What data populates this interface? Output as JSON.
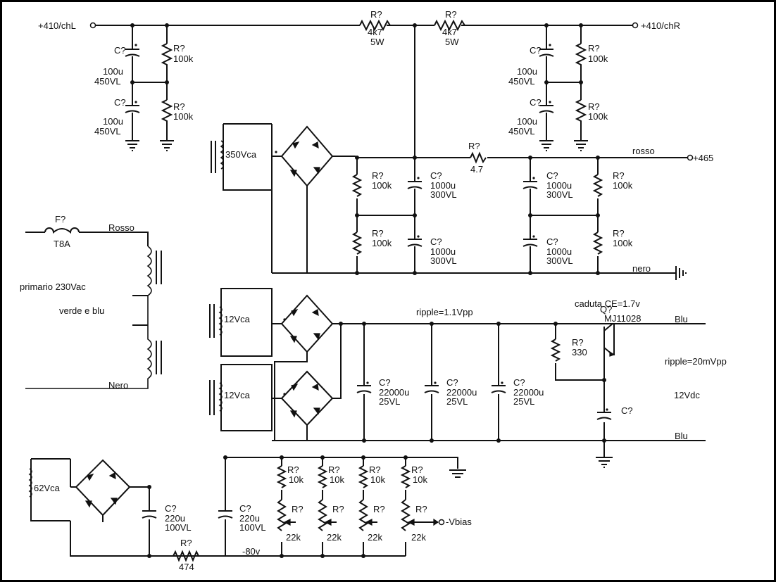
{
  "nets": {
    "chL": "+410/chL",
    "chR": "+410/chR",
    "out465": "+465",
    "rosso_wire": "rosso",
    "nero_wire": "nero",
    "ripple_12": "ripple=1.1Vpp",
    "caduta": "caduta CE=1.7v",
    "blu_top": "Blu",
    "blu_bot": "Blu",
    "ripple_reg": "ripple=20mVpp",
    "vdc12": "12Vdc",
    "vbias": "-Vbias",
    "minus80": "-80v"
  },
  "transformer": {
    "fuse_ref": "F?",
    "fuse_val": "T8A",
    "rosso": "Rosso",
    "primario": "primario 230Vac",
    "verde_blu": "verde e blu",
    "nero": "Nero"
  },
  "secondaries": {
    "hv": "350Vca",
    "lv1": "12Vca",
    "lv2": "12Vca",
    "bias": "62Vca"
  },
  "components": [
    {
      "ref": "R?",
      "val": "4k7",
      "val2": "5W"
    },
    {
      "ref": "R?",
      "val": "4k7",
      "val2": "5W"
    },
    {
      "ref": "C?",
      "val": "100u",
      "val2": "450VL"
    },
    {
      "ref": "C?",
      "val": "100u",
      "val2": "450VL"
    },
    {
      "ref": "R?",
      "val": "100k"
    },
    {
      "ref": "R?",
      "val": "100k"
    },
    {
      "ref": "C?",
      "val": "100u",
      "val2": "450VL"
    },
    {
      "ref": "C?",
      "val": "100u",
      "val2": "450VL"
    },
    {
      "ref": "R?",
      "val": "100k"
    },
    {
      "ref": "R?",
      "val": "100k"
    },
    {
      "ref": "R?",
      "val": "4.7"
    },
    {
      "ref": "R?",
      "val": "100k"
    },
    {
      "ref": "R?",
      "val": "100k"
    },
    {
      "ref": "C?",
      "val": "1000u",
      "val2": "300VL"
    },
    {
      "ref": "C?",
      "val": "1000u",
      "val2": "300VL"
    },
    {
      "ref": "C?",
      "val": "1000u",
      "val2": "300VL"
    },
    {
      "ref": "C?",
      "val": "1000u",
      "val2": "300VL"
    },
    {
      "ref": "R?",
      "val": "100k"
    },
    {
      "ref": "R?",
      "val": "100k"
    },
    {
      "ref": "C?",
      "val": "22000u",
      "val2": "25VL"
    },
    {
      "ref": "C?",
      "val": "22000u",
      "val2": "25VL"
    },
    {
      "ref": "C?",
      "val": "22000u",
      "val2": "25VL"
    },
    {
      "ref": "Q?",
      "val": "MJ11028"
    },
    {
      "ref": "R?",
      "val": "330"
    },
    {
      "ref": "C?"
    },
    {
      "ref": "C?",
      "val": "220u",
      "val2": "100VL"
    },
    {
      "ref": "C?",
      "val": "220u",
      "val2": "100VL"
    },
    {
      "ref": "R?",
      "val": "474"
    },
    {
      "ref": "R?",
      "val": "10k"
    },
    {
      "ref": "R?",
      "val": "10k"
    },
    {
      "ref": "R?",
      "val": "10k"
    },
    {
      "ref": "R?",
      "val": "10k"
    },
    {
      "ref": "R?",
      "val": "22k"
    },
    {
      "ref": "R?",
      "val": "22k"
    },
    {
      "ref": "R?",
      "val": "22k"
    },
    {
      "ref": "R?",
      "val": "22k"
    }
  ]
}
